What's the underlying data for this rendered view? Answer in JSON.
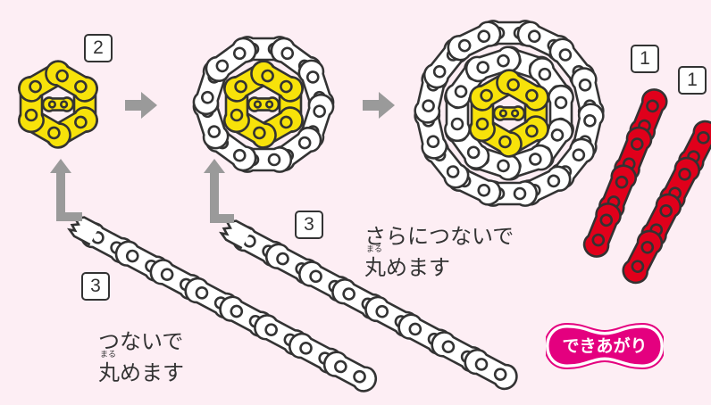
{
  "badges": {
    "step_top_left": "2",
    "step_one_a": "1",
    "step_one_b": "1",
    "step_three_left": "3",
    "step_three_right": "3"
  },
  "captions": {
    "connect_roll": {
      "furigana": "まる",
      "line1": "つないで",
      "line2": "丸めます"
    },
    "connect_more_roll": {
      "furigana": "まる",
      "line1": "さらにつないで",
      "line2": "丸めます"
    }
  },
  "done_label": "できあがり",
  "colors": {
    "background": "#fdeef4",
    "yellow_link": "#f7e20a",
    "white_link": "#ffffff",
    "red_link": "#e0001b",
    "outline": "#333333",
    "arrow": "#9a9a9a",
    "done_badge": "#e4007f"
  }
}
